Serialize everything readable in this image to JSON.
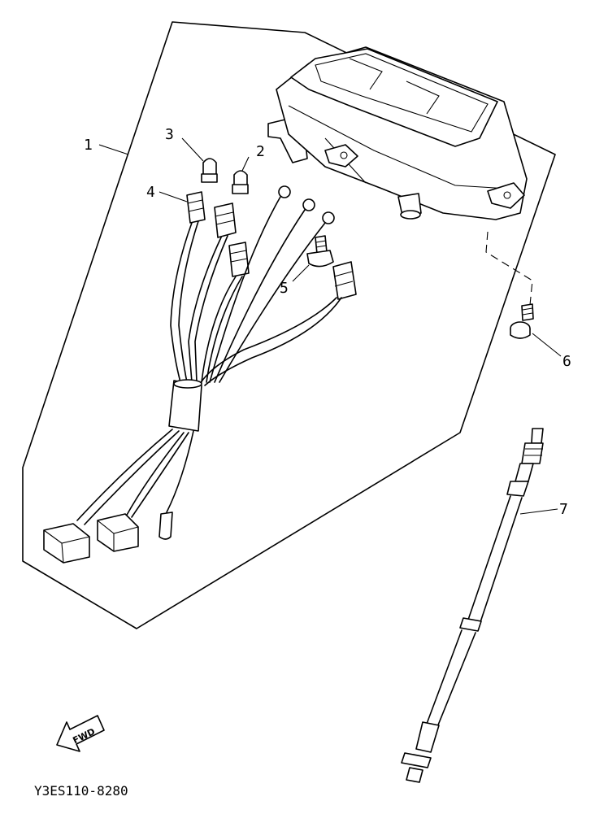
{
  "callouts": [
    "1",
    "2",
    "3",
    "4",
    "5",
    "6",
    "7"
  ],
  "direction_label": "FWD",
  "drawing_code": "Y3ES110-8280"
}
